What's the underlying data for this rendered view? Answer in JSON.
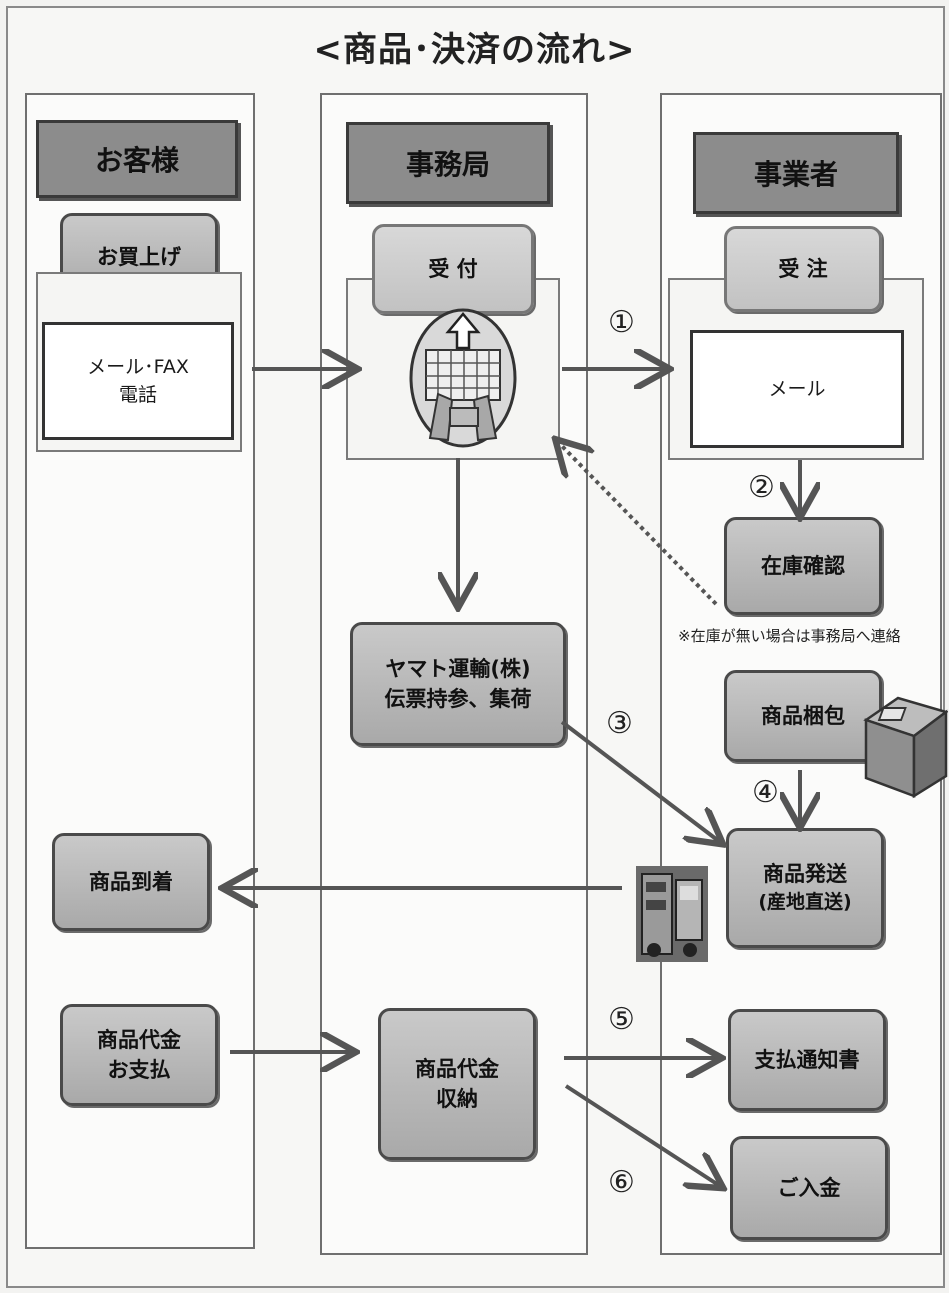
{
  "title": "<商品･決済の流れ>",
  "columns": {
    "customer": "お客様",
    "office": "事務局",
    "business": "事業者"
  },
  "customer": {
    "purchase": "お買上げ",
    "order_methods": [
      "メール･FAX",
      "電話"
    ],
    "arrival": "商品到着",
    "payment": [
      "商品代金",
      "お支払"
    ]
  },
  "office": {
    "reception": "受 付",
    "yamato": [
      "ヤマト運輸(株)",
      "伝票持参、集荷"
    ],
    "collection": [
      "商品代金",
      "収納"
    ]
  },
  "business": {
    "order": "受 注",
    "mail": "メール",
    "stock_check": "在庫確認",
    "stock_note": "※在庫が無い場合は事務局へ連絡",
    "packing": "商品梱包",
    "shipping": [
      "商品発送",
      "(産地直送)"
    ],
    "payment_notice": "支払通知書",
    "deposit": "ご入金"
  },
  "steps": [
    "①",
    "②",
    "③",
    "④",
    "⑤",
    "⑥"
  ],
  "icons": {
    "keyboard": "keyboard-input-icon",
    "package": "package-box-icon",
    "truck": "delivery-truck-icon"
  }
}
